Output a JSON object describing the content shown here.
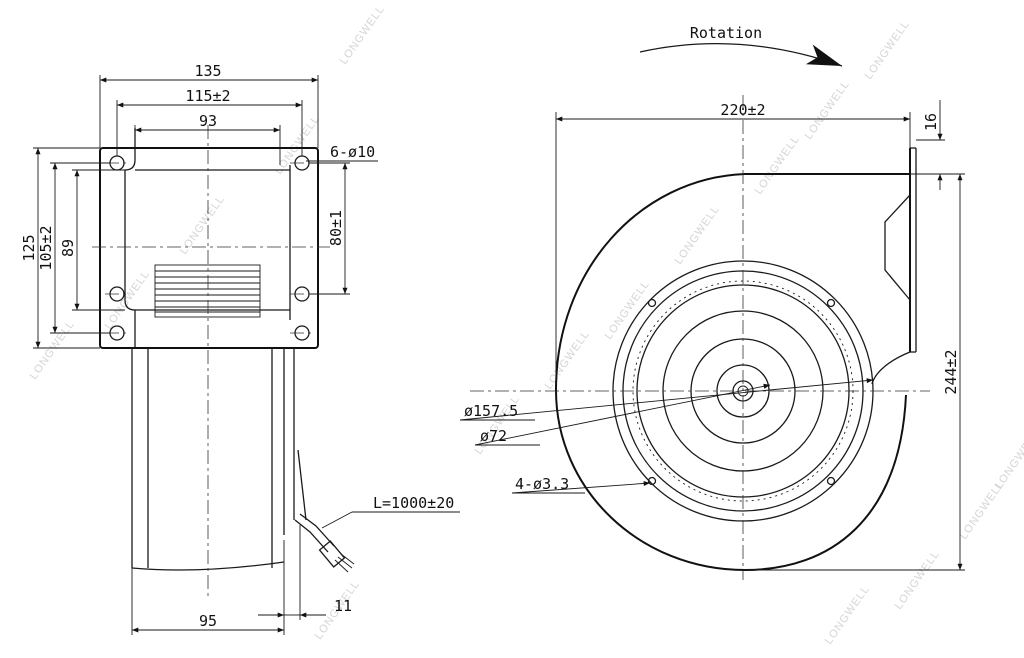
{
  "watermark": "LONGWELL",
  "side_view": {
    "dim_overall_width": "135",
    "dim_hole_spacing": "115±2",
    "dim_inner_width": "93",
    "dim_holes": "6-ø10",
    "dim_overall_height": "125",
    "dim_hole_height": "105±2",
    "dim_inner_height": "89",
    "dim_hole_v_spacing": "80±1",
    "dim_cable": "L=1000±20",
    "dim_body_width": "95",
    "dim_cable_offset": "11"
  },
  "front_view": {
    "rotation_label": "Rotation",
    "dim_width": "220±2",
    "dim_flange": "16",
    "dim_height": "244±2",
    "dim_impeller": "ø157.5",
    "dim_hub": "ø72",
    "dim_mount_holes": "4-ø3.3"
  }
}
